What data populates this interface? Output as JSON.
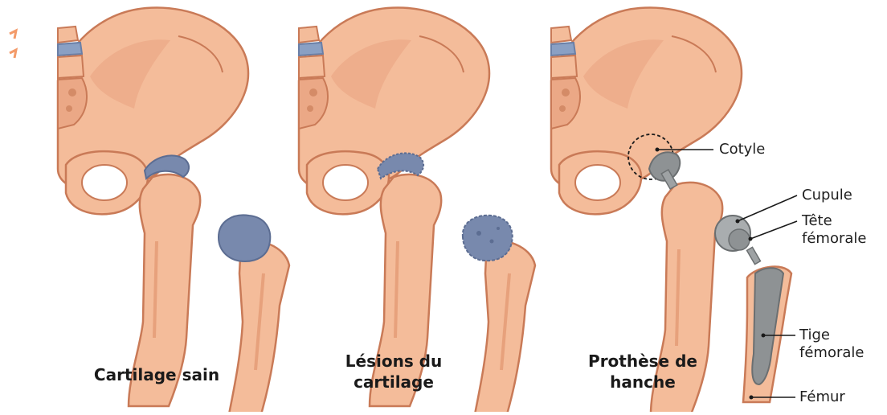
{
  "captions": {
    "healthy": "Cartilage sain",
    "lesions": "Lésions du\ncartilage",
    "prosthesis": "Prothèse de\nhanche"
  },
  "labels": {
    "cotyle": "Cotyle",
    "cupule": "Cupule",
    "tete": "Tête\nfémorale",
    "tige": "Tige\nfémorale",
    "femur": "Fémur"
  },
  "colors": {
    "bone": "#f4bc9a",
    "bone_dark": "#e7a17c",
    "outline": "#c97a57",
    "cartilage": "#7889ad",
    "metal": "#8e9294",
    "metal_light": "#c6c9ca",
    "accent_mark": "#f39b6a"
  }
}
